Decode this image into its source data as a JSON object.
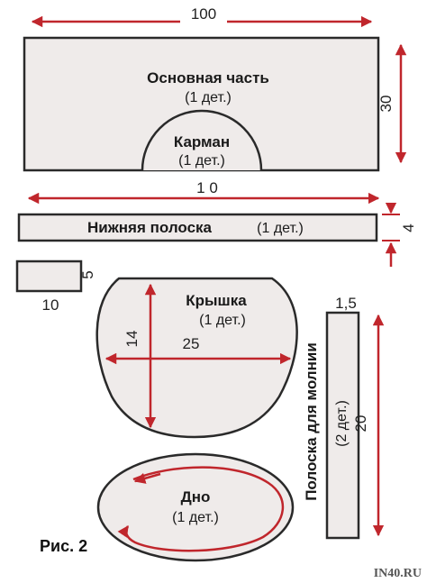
{
  "colors": {
    "paper": "#ffffff",
    "piece_fill": "#efebea",
    "outline": "#2a2a2a",
    "arrow": "#c0262c",
    "text": "#1a1a1a"
  },
  "pieces": {
    "main": {
      "title": "Основная часть",
      "count": "(1 дет.)",
      "width": "100",
      "height": "30"
    },
    "pocket": {
      "title": "Карман",
      "count": "(1 дет.)"
    },
    "bottom_strip": {
      "title": "Нижняя полоска",
      "count": "(1 дет.)",
      "width": "1 0",
      "height": "4"
    },
    "small": {
      "width": "10",
      "height": "5"
    },
    "lid": {
      "title": "Крышка",
      "count": "(1 дет.)",
      "height": "14",
      "width": "25"
    },
    "zip_strip": {
      "title": "Полоска для молнии",
      "count": "(2 дет.)",
      "width": "1,5",
      "height": "20"
    },
    "base": {
      "title": "Дно",
      "count": "(1 дет.)"
    }
  },
  "figure_label": "Рис. 2",
  "watermark": "IN40.RU"
}
